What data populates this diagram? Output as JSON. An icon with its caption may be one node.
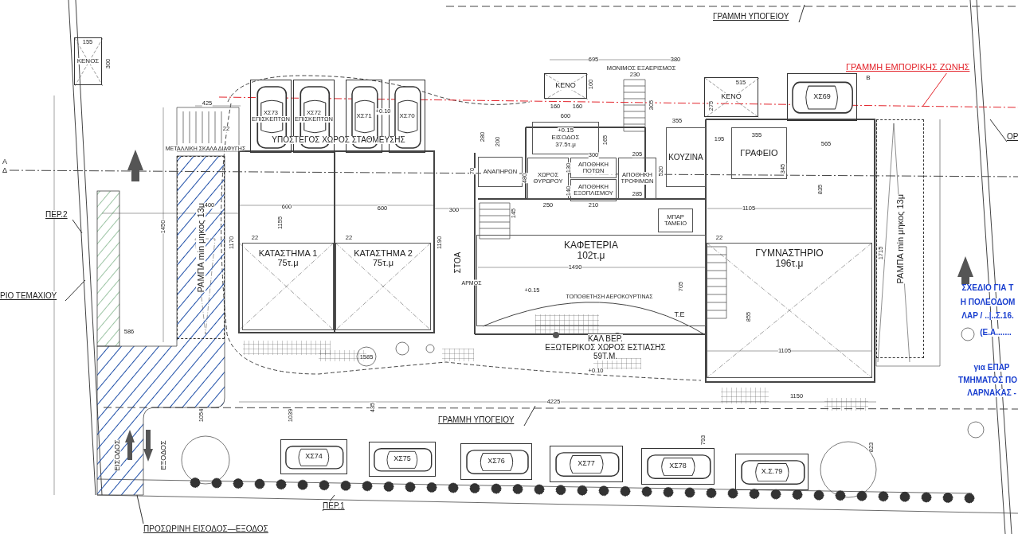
{
  "diagram": {
    "nodes": [
      {
        "text": [
          "ΚΕΝΟΣ"
        ]
      },
      {
        "text": [
          "ΧΣ73",
          "ΕΠΙΣΚΕΠΤΩΝ"
        ]
      },
      {
        "text": [
          "ΧΣ72",
          "ΕΠΙΣΚΕΠΤΩΝ"
        ]
      },
      {
        "text": [
          "ΧΣ71"
        ]
      },
      {
        "text": [
          "ΧΣ70"
        ]
      },
      {
        "text": [
          "ΚΕΝΟ"
        ]
      },
      {
        "text": [
          "ΚΕΝΟ"
        ]
      },
      {
        "text": [
          "ΧΣ69"
        ]
      },
      {
        "text": [
          "ΚΑΤΑΣΤΗΜΑ 1",
          "75τ.μ"
        ]
      },
      {
        "text": [
          "ΚΑΤΑΣΤΗΜΑ 2",
          "75τ.μ"
        ]
      },
      {
        "text": [
          "ΚΑΦΕΤΕΡΙΑ",
          "102τ.μ"
        ]
      },
      {
        "text": [
          "ΓΥΜΝΑΣΤΗΡΙΟ",
          "196τ.μ"
        ]
      },
      {
        "text": [
          "ΚΟΥΖΙΝΑ"
        ]
      },
      {
        "text": [
          "ΓΡΑΦΕΙΟ"
        ]
      },
      {
        "text": [
          "ΑΠΟΘΗΚΗ ΠΟΤΩΝ"
        ]
      },
      {
        "text": [
          "ΑΠΟΘΗΚΗ ΕΞΟΠΛΙΣΜΟΥ"
        ]
      },
      {
        "text": [
          "ΑΠΟΘΗΚΗ ΤΡΟΦΙΜΩΝ"
        ]
      },
      {
        "text": [
          "ΧΩΡΟΣ ΘΥΡΩΡΟΥ"
        ]
      },
      {
        "text": [
          "+0.15",
          "ΕΙΣΟΔΟΣ",
          "37.5τ.μ"
        ]
      },
      {
        "text": [
          "ΜΠΑΡ ΤΑΜΕΙΟ"
        ]
      },
      {
        "text": [
          "ΑΝΑΠΗΡΩΝ"
        ]
      },
      {
        "text": [
          "ΚΑΛ ΒΕΡ.",
          "ΕΞΩΤΕΡΙΚΟΣ ΧΩΡΟΣ ΕΣΤΙΑΣΗΣ",
          "59Τ.Μ."
        ]
      },
      {
        "text": [
          "ΧΣ74"
        ]
      },
      {
        "text": [
          "ΧΣ75"
        ]
      },
      {
        "text": [
          "ΧΣ76"
        ]
      },
      {
        "text": [
          "ΧΣ77"
        ]
      },
      {
        "text": [
          "ΧΣ78"
        ]
      },
      {
        "text": [
          "Χ.Σ.79"
        ]
      },
      {
        "text": [
          "ΡΑΜΠΑ min μηκος 13μ"
        ]
      },
      {
        "text": [
          "ΡΑΜΠΑ min μηκος 13μ"
        ]
      },
      {
        "text": [
          "ΓΡΑΜΜΗ ΕΜΠΟΡΙΚΗΣ ΖΩΝΗΣ"
        ]
      },
      {
        "text": [
          "ΓΡΑΜΜΗ ΥΠΟΓΕΙΟΥ"
        ]
      },
      {
        "text": [
          "ΓΡΑΜΜΗ ΥΠΟΓΕΙΟΥ"
        ]
      },
      {
        "text": [
          "ΠΕΡ.2"
        ]
      },
      {
        "text": [
          "ΡΙΟ ΤΕΜΑΧΙΟΥ"
        ]
      },
      {
        "text": [
          "ΠΕΡ.1"
        ]
      },
      {
        "text": [
          "ΠΡΟΣΩΡΙΝΗ ΕΙΣΟΔΟΣ—ΕΞΟΔΟΣ"
        ]
      },
      {
        "text": [
          "ΟΡ"
        ]
      }
    ],
    "edges": [
      {
        "from": 30,
        "to": null,
        "arrow": "none",
        "color": "#e3242b"
      },
      {
        "from": 31,
        "to": null,
        "arrow": "none"
      },
      {
        "from": 32,
        "to": null,
        "arrow": "none"
      },
      {
        "from": 33,
        "to": null,
        "arrow": "none"
      },
      {
        "from": 34,
        "to": null,
        "arrow": "none"
      },
      {
        "from": 35,
        "to": null,
        "arrow": "none"
      },
      {
        "from": 36,
        "to": null,
        "arrow": "none"
      },
      {
        "from": 37,
        "to": null,
        "arrow": "none"
      }
    ],
    "labels": [
      "155",
      "300",
      "425",
      "22",
      "ΜΕΤΑΛΛΙΚΗ ΣΚΑΛΑ ΔΙΑΦΥΓΗΣ",
      "+0.10",
      "ΥΠΟΣΤΕΓΟΣ ΧΩΡΟΣ ΣΤΑΘΜΕΥΣΗΣ",
      "695",
      "380",
      "ΜΟΝΙΜΟΣ ΕΞΑΕΡΙΣΜΟΣ",
      "230",
      "100",
      "160",
      "160",
      "305",
      "600",
      "280",
      "200",
      "165",
      "355",
      "515",
      "275",
      "355",
      "195",
      "565",
      "345",
      "70",
      "300",
      "205",
      "130",
      "480",
      "285",
      "520",
      "140",
      "250",
      "210",
      "835",
      "400",
      "600",
      "600",
      "300",
      "145",
      "1105",
      "1450",
      "1155",
      "1170",
      "1190",
      "22",
      "22",
      "22",
      "ΣΤΟΑ",
      "1490",
      "705",
      "ΑΡΜΟΣ",
      "1715",
      "+0.15",
      "ΤΟΠΟΘΕΤΗΣΗ ΑΕΡΟΚΟΥΡΤΙΝΑΣ",
      "Τ.Ε",
      "855",
      "586",
      "1105",
      "1585",
      "+0.10",
      "1150",
      "4225",
      "1054",
      "1039",
      "435",
      "793",
      "823",
      "ΕΙΣΟΔΟΣ",
      "ΕΞΟΔΟΣ",
      "Α",
      "Δ",
      "Β",
      "ΣΧΕΔΙΟ ΓΙΑ Τ",
      "Η ΠΟΛΕΟΔΟΜ",
      "ΛΑΡ / ..|..Σ.16.",
      "(Ε.Α.......",
      "για ΕΠΑΡ",
      "ΤΜΗΜΑΤΟΣ ΠΟ",
      "ΛΑΡΝΑΚΑΣ -"
    ]
  }
}
